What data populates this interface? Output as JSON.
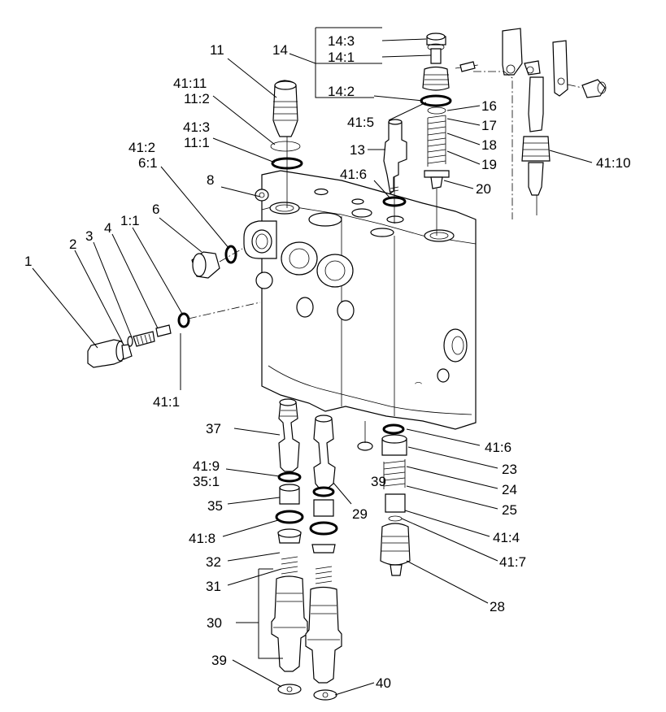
{
  "labels": {
    "l1": "1",
    "l2": "2",
    "l3": "3",
    "l4": "4",
    "l1_1": "1:1",
    "l6": "6",
    "l41_2": "41:2",
    "l6_1": "6:1",
    "l8": "8",
    "l41_11": "41:11",
    "l11_2": "11:2",
    "l41_3": "41:3",
    "l11_1": "11:1",
    "l11": "11",
    "l14": "14",
    "l14_3": "14:3",
    "l14_1": "14:1",
    "l14_2": "14:2",
    "l41_5": "41:5",
    "l16": "16",
    "l17": "17",
    "l18": "18",
    "l19": "19",
    "l20": "20",
    "l13": "13",
    "l41_6a": "41:6",
    "l41_10": "41:10",
    "l41_1": "41:1",
    "l37": "37",
    "l41_9": "41:9",
    "l35_1": "35:1",
    "l35": "35",
    "l41_8": "41:8",
    "l32": "32",
    "l31": "31",
    "l30": "30",
    "l39a": "39",
    "l40": "40",
    "l29": "29",
    "l39b": "39",
    "l41_6b": "41:6",
    "l23": "23",
    "l24": "24",
    "l25": "25",
    "l41_4": "41:4",
    "l41_7": "41:7",
    "l28": "28"
  }
}
